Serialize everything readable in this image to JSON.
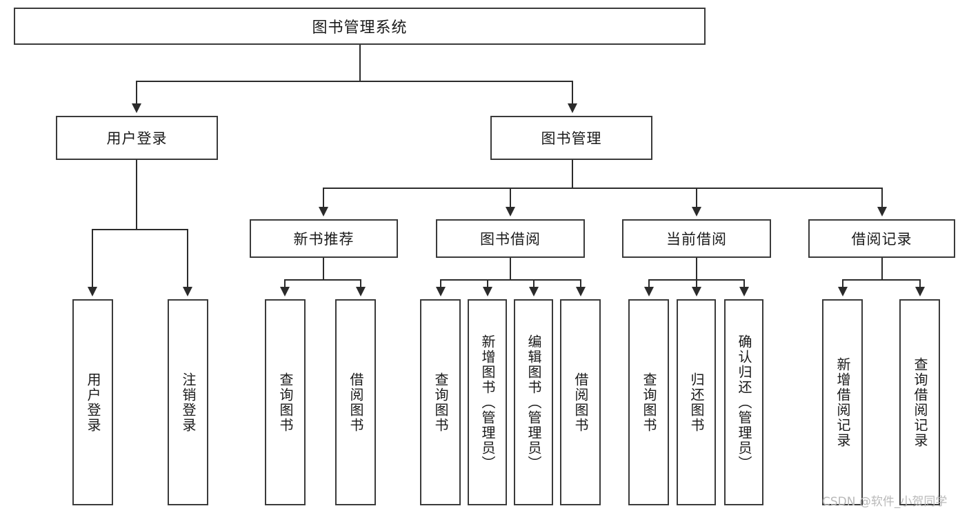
{
  "diagram": {
    "title": "图书管理系统",
    "type": "hierarchy-tree",
    "root": {
      "label": "图书管理系统"
    },
    "level2": [
      {
        "label": "用户登录"
      },
      {
        "label": "图书管理"
      }
    ],
    "level3": [
      {
        "label": "新书推荐"
      },
      {
        "label": "图书借阅"
      },
      {
        "label": "当前借阅"
      },
      {
        "label": "借阅记录"
      }
    ],
    "leaves": {
      "user_login": [
        {
          "label": "用户登录"
        },
        {
          "label": "注销登录"
        }
      ],
      "new_book_recommend": [
        {
          "label": "查询图书"
        },
        {
          "label": "借阅图书"
        }
      ],
      "book_borrow": [
        {
          "label": "查询图书"
        },
        {
          "label": "新增图书（管理员）"
        },
        {
          "label": "编辑图书（管理员）"
        },
        {
          "label": "借阅图书"
        }
      ],
      "current_borrow": [
        {
          "label": "查询图书"
        },
        {
          "label": "归还图书"
        },
        {
          "label": "确认归还（管理员）"
        }
      ],
      "borrow_record": [
        {
          "label": "新增借阅记录"
        },
        {
          "label": "查询借阅记录"
        }
      ]
    }
  },
  "watermark": {
    "text": "CSDN @软件_小贺同学"
  },
  "colors": {
    "box_border": "#3a3a3a",
    "line": "#2b2b2b",
    "text": "#1a1a1a",
    "watermark": "#b9b9b9",
    "background": "#ffffff"
  }
}
